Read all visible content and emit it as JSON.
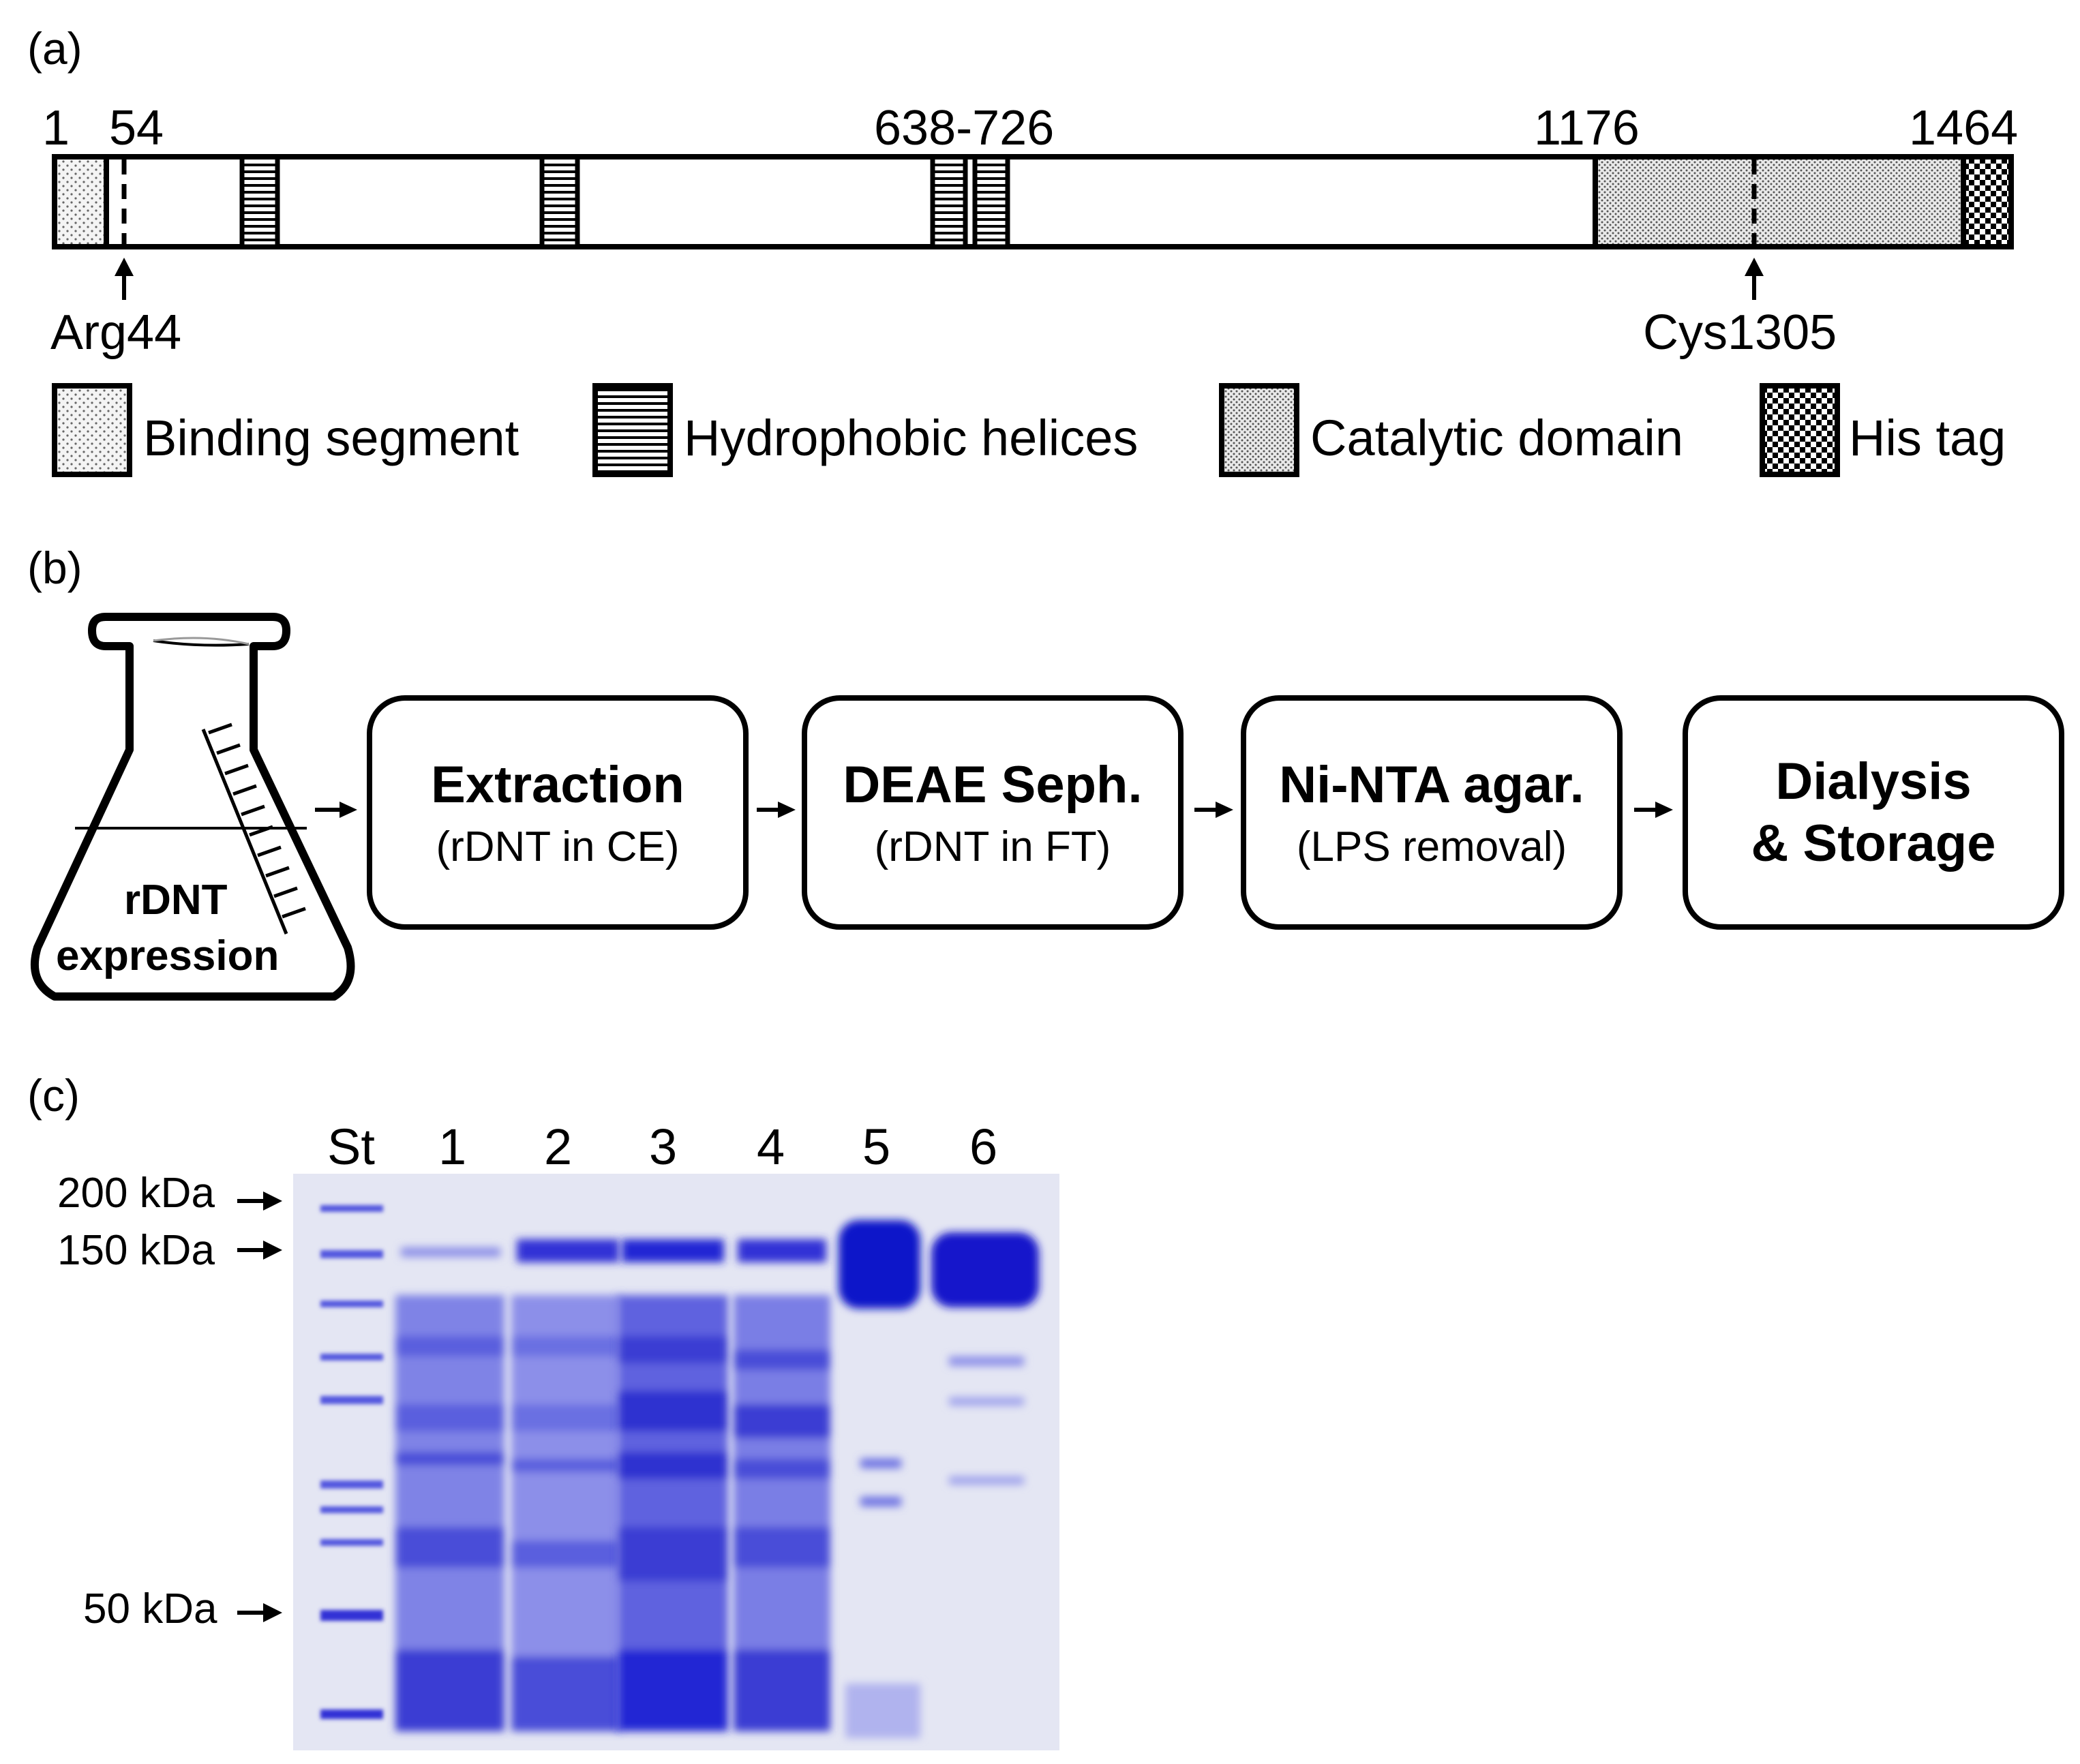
{
  "panel_a": {
    "label": "(a)",
    "positions": [
      "1",
      "54",
      "638-726",
      "1176",
      "1464"
    ],
    "sites": [
      "Arg44",
      "Cys1305"
    ],
    "legend": [
      "Binding segment",
      "Hydrophobic helices",
      "Catalytic domain",
      "His tag"
    ]
  },
  "panel_b": {
    "label": "(b)",
    "flask_text": [
      "rDNT",
      "expression"
    ],
    "steps": [
      {
        "title": "Extraction",
        "sub": "(rDNT in CE)"
      },
      {
        "title": "DEAE Seph.",
        "sub": "(rDNT in FT)"
      },
      {
        "title": "Ni-NTA agar.",
        "sub": "(LPS removal)"
      },
      {
        "title": "Dialysis",
        "title2": "& Storage",
        "sub": ""
      }
    ]
  },
  "panel_c": {
    "label": "(c)",
    "lanes": [
      "St",
      "1",
      "2",
      "3",
      "4",
      "5",
      "6"
    ],
    "markers": [
      "200 kDa",
      "150 kDa",
      "50 kDa"
    ]
  },
  "colors": {
    "gel_bg": "#e6e8f4",
    "band": "#2a2de0",
    "band_dark": "#0d10c8"
  }
}
